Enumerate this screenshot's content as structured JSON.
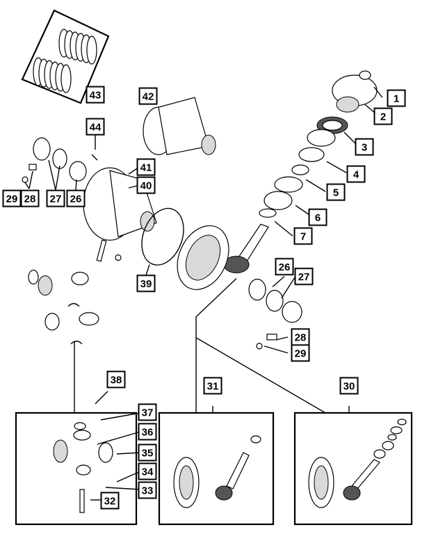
{
  "callouts": [
    {
      "id": "c1",
      "text": "1"
    },
    {
      "id": "c2",
      "text": "2"
    },
    {
      "id": "c3",
      "text": "3"
    },
    {
      "id": "c4",
      "text": "4"
    },
    {
      "id": "c5",
      "text": "5"
    },
    {
      "id": "c6",
      "text": "6"
    },
    {
      "id": "c7",
      "text": "7"
    },
    {
      "id": "c26a",
      "text": "26"
    },
    {
      "id": "c27a",
      "text": "27"
    },
    {
      "id": "c28a",
      "text": "28"
    },
    {
      "id": "c29a",
      "text": "29"
    },
    {
      "id": "c26b",
      "text": "26"
    },
    {
      "id": "c27b",
      "text": "27"
    },
    {
      "id": "c28b",
      "text": "28"
    },
    {
      "id": "c29b",
      "text": "29"
    },
    {
      "id": "c30",
      "text": "30"
    },
    {
      "id": "c31",
      "text": "31"
    },
    {
      "id": "c32",
      "text": "32"
    },
    {
      "id": "c33",
      "text": "33"
    },
    {
      "id": "c34",
      "text": "34"
    },
    {
      "id": "c35",
      "text": "35"
    },
    {
      "id": "c36",
      "text": "36"
    },
    {
      "id": "c37",
      "text": "37"
    },
    {
      "id": "c38",
      "text": "38"
    },
    {
      "id": "c39",
      "text": "39"
    },
    {
      "id": "c40",
      "text": "40"
    },
    {
      "id": "c41",
      "text": "41"
    },
    {
      "id": "c42",
      "text": "42"
    },
    {
      "id": "c43",
      "text": "43"
    },
    {
      "id": "c44",
      "text": "44"
    }
  ]
}
